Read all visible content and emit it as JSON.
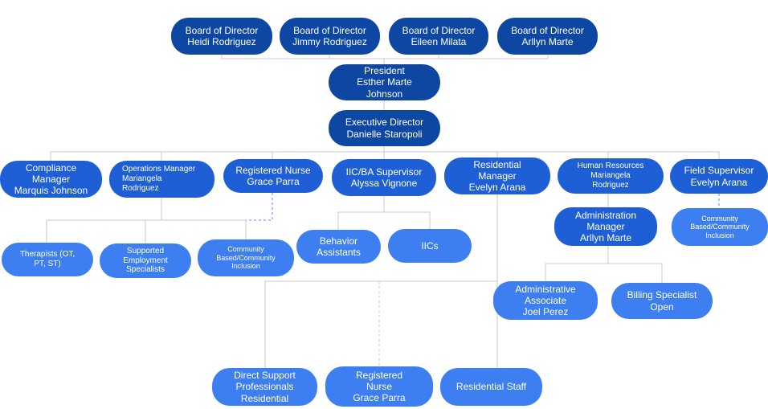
{
  "nodes": {
    "board1": [
      "Board of Director",
      "Heidi Rodriguez"
    ],
    "board2": [
      "Board of Director",
      "Jimmy Rodriguez"
    ],
    "board3": [
      "Board of Director",
      "Eileen Milata"
    ],
    "board4": [
      "Board of Director",
      "Arllyn Marte"
    ],
    "president": [
      "President",
      "Esther Marte",
      "Johnson"
    ],
    "executive_director": [
      "Executive Director",
      "Danielle Staropoli"
    ],
    "compliance_manager": [
      "Compliance",
      "Manager",
      "Marquis Johnson"
    ],
    "operations_manager": [
      "Operations Manager",
      "Mariangela",
      "Rodriguez"
    ],
    "registered_nurse_top": [
      "Registered Nurse",
      "Grace Parra"
    ],
    "iic_ba_supervisor": [
      "IIC/BA Supervisor",
      "Alyssa Vignone"
    ],
    "residential_manager": [
      "Residential",
      "Manager",
      "Evelyn Arana"
    ],
    "human_resources": [
      "Human Resources",
      "Mariangela",
      "Rodriguez"
    ],
    "field_supervisor": [
      "Field Supervisor",
      "Evelyn Arana"
    ],
    "therapists": [
      "Therapists (OT,",
      "PT, ST)"
    ],
    "supported_employment": [
      "Supported",
      "Employment",
      "Specialists"
    ],
    "community_inclusion_ops": [
      "Community",
      "Based/Community",
      "Inclusion"
    ],
    "behavior_assistants": [
      "Behavior",
      "Assistants"
    ],
    "iics": [
      "IICs"
    ],
    "administration_manager": [
      "Administration",
      "Manager",
      "Arllyn Marte"
    ],
    "community_inclusion_field": [
      "Community",
      "Based/Community",
      "Inclusion"
    ],
    "administrative_associate": [
      "Administrative",
      "Associate",
      "Joel Perez"
    ],
    "billing_specialist": [
      "Billing Specialist",
      "Open"
    ],
    "direct_support": [
      "Direct Support",
      "Professionals",
      "Residential"
    ],
    "registered_nurse_res": [
      "Registered",
      "Nurse",
      "Grace Parra"
    ],
    "residential_staff": [
      "Residential Staff"
    ]
  },
  "colors": {
    "dark": "#0d47a1",
    "mid": "#1f5fd6",
    "light": "#3d7ff0",
    "connector": "#c8c8c8",
    "dashed_connector": "#5b8ee6"
  }
}
